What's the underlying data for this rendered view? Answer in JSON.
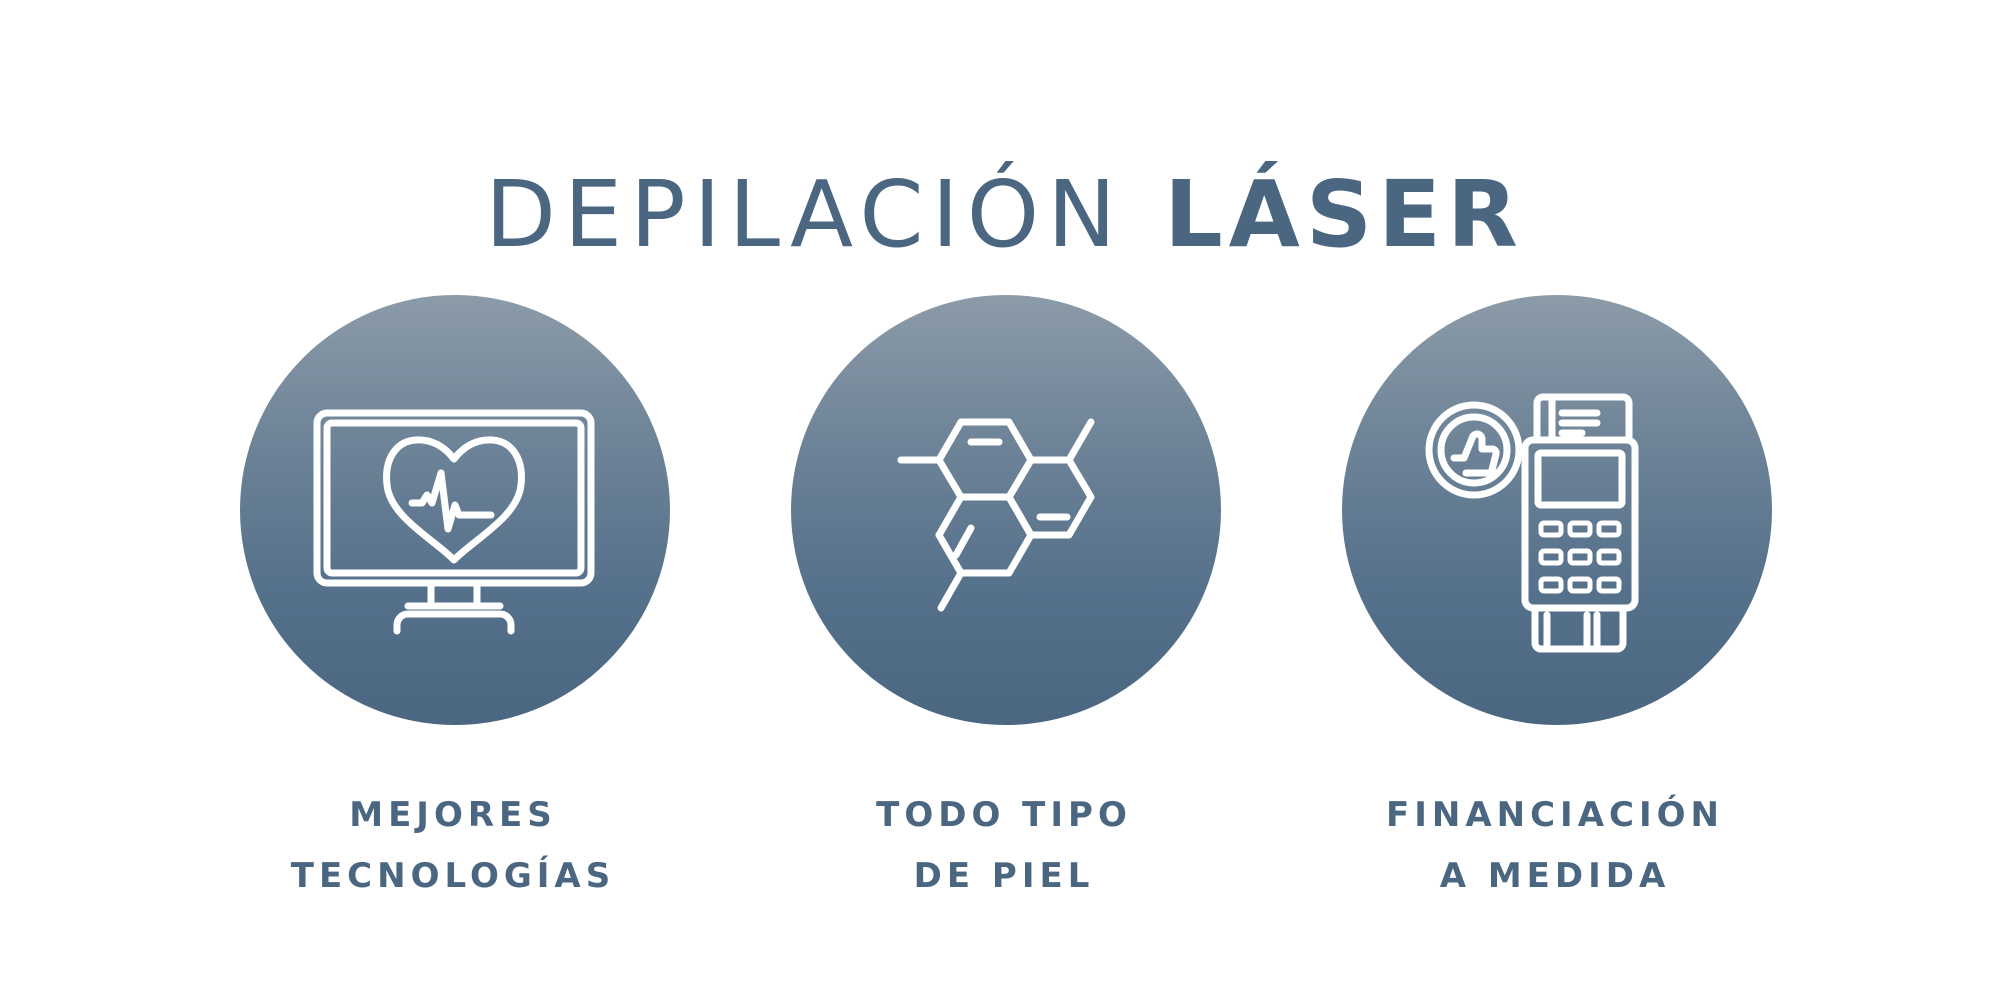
{
  "header": {
    "title_light": "DEPILACIÓN",
    "title_bold": "LÁSER"
  },
  "features": [
    {
      "icon": "heart-monitor-icon",
      "line1": "MEJORES",
      "line2": "TECNOLOGÍAS"
    },
    {
      "icon": "molecule-icon",
      "line1": "TODO TIPO",
      "line2": "DE PIEL"
    },
    {
      "icon": "card-terminal-icon",
      "line1": "FINANCIACIÓN",
      "line2": "A MEDIDA"
    }
  ],
  "colors": {
    "text": "#4a6680",
    "circle_top": "#8c9ba8",
    "circle_bottom": "#4a6680",
    "icon_stroke": "#ffffff",
    "background": "#ffffff"
  }
}
